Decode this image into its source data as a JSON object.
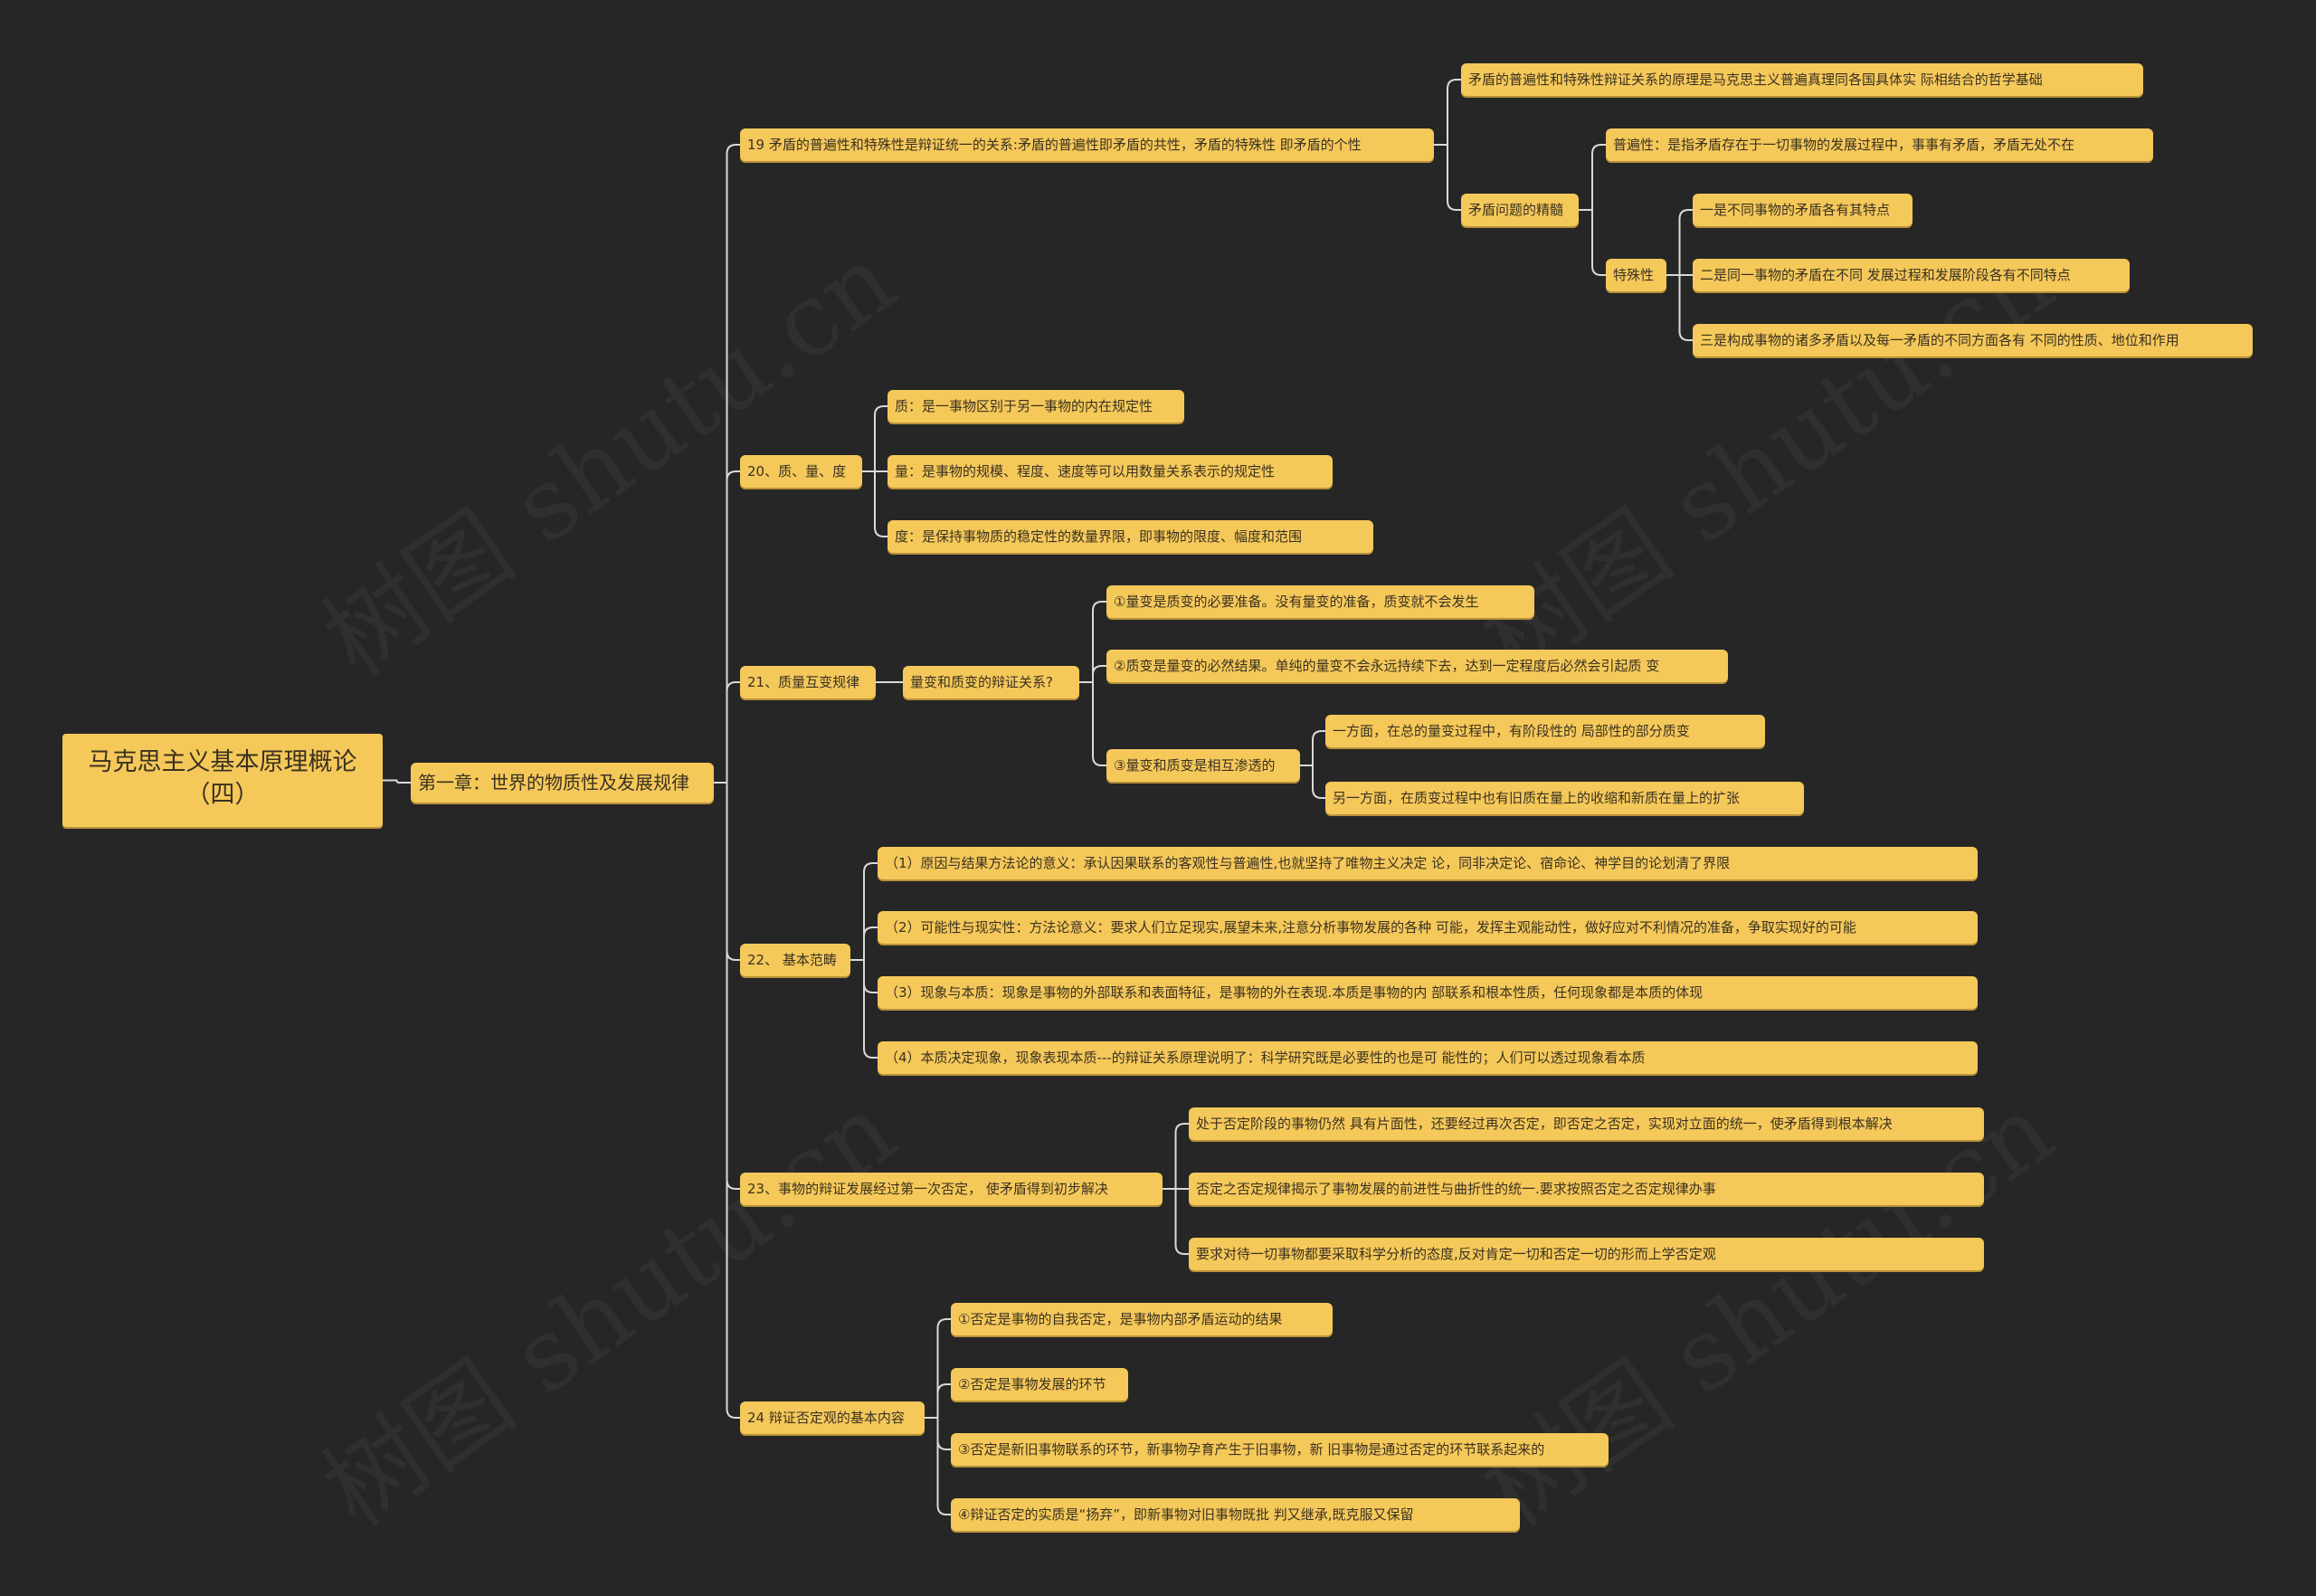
{
  "root": "马克思主义基本原理概论（四）",
  "chapter": "第一章：世界的物质性及发展规律",
  "n19": {
    "label": "19 矛盾的普遍性和特殊性是辩证统一的关系:矛盾的普遍性即矛盾的共性，矛盾的特殊性 即矛盾的个性",
    "principle": "矛盾的普遍性和特殊性辩证关系的原理是马克思主义普遍真理同各国具体实 际相结合的哲学基础",
    "essence": "矛盾问题的精髓",
    "universality": "普遍性：是指矛盾存在于一切事物的发展过程中，事事有矛盾，矛盾无处不在",
    "particularity": "特殊性",
    "p1": "一是不同事物的矛盾各有其特点",
    "p2": "二是同一事物的矛盾在不同 发展过程和发展阶段各有不同特点",
    "p3": "三是构成事物的诸多矛盾以及每一矛盾的不同方面各有 不同的性质、地位和作用"
  },
  "n20": {
    "label": "20、质、量、度",
    "items": [
      "质：是一事物区别于另一事物的内在规定性",
      "量：是事物的规模、程度、速度等可以用数量关系表示的规定性",
      "度：是保持事物质的稳定性的数量界限，即事物的限度、幅度和范围"
    ]
  },
  "n21": {
    "label": "21、质量互变规律",
    "question": "量变和质变的辩证关系?",
    "a1": "①量变是质变的必要准备。没有量变的准备，质变就不会发生",
    "a2": "②质变是量变的必然结果。单纯的量变不会永远持续下去，达到一定程度后必然会引起质 变",
    "a3": "③量变和质变是相互渗透的",
    "a3_items": [
      "一方面，在总的量变过程中，有阶段性的 局部性的部分质变",
      "另一方面，在质变过程中也有旧质在量上的收缩和新质在量上的扩张"
    ]
  },
  "n22": {
    "label": "22、 基本范畴",
    "items": [
      "（1）原因与结果方法论的意义：承认因果联系的客观性与普遍性,也就坚持了唯物主义决定 论，同非决定论、宿命论、神学目的论划清了界限",
      "（2）可能性与现实性：方法论意义：要求人们立足现实,展望未来,注意分析事物发展的各种 可能，发挥主观能动性，做好应对不利情况的准备，争取实现好的可能",
      "（3）现象与本质：现象是事物的外部联系和表面特征，是事物的外在表现.本质是事物的内 部联系和根本性质，任何现象都是本质的体现",
      "（4）本质决定现象，现象表现本质---的辩证关系原理说明了：科学研究既是必要性的也是可 能性的；人们可以透过现象看本质"
    ]
  },
  "n23": {
    "label": "23、事物的辩证发展经过第一次否定， 使矛盾得到初步解决",
    "items": [
      "处于否定阶段的事物仍然 具有片面性，还要经过再次否定，即否定之否定，实现对立面的统一，使矛盾得到根本解决",
      "否定之否定规律揭示了事物发展的前进性与曲折性的统一.要求按照否定之否定规律办事",
      "要求对待一切事物都要采取科学分析的态度,反对肯定一切和否定一切的形而上学否定观"
    ]
  },
  "n24": {
    "label": "24 辩证否定观的基本内容",
    "items": [
      "①否定是事物的自我否定，是事物内部矛盾运动的结果",
      "②否定是事物发展的环节",
      "③否定是新旧事物联系的环节，新事物孕育产生于旧事物，新 旧事物是通过否定的环节联系起来的",
      "④辩证否定的实质是“扬弃”，即新事物对旧事物既批 判又继承,既克服又保留"
    ]
  },
  "watermark": "树图 shutu.cn",
  "colors": {
    "background": "#262626",
    "node": "#f5c85a",
    "line": "#d9d9d9"
  }
}
